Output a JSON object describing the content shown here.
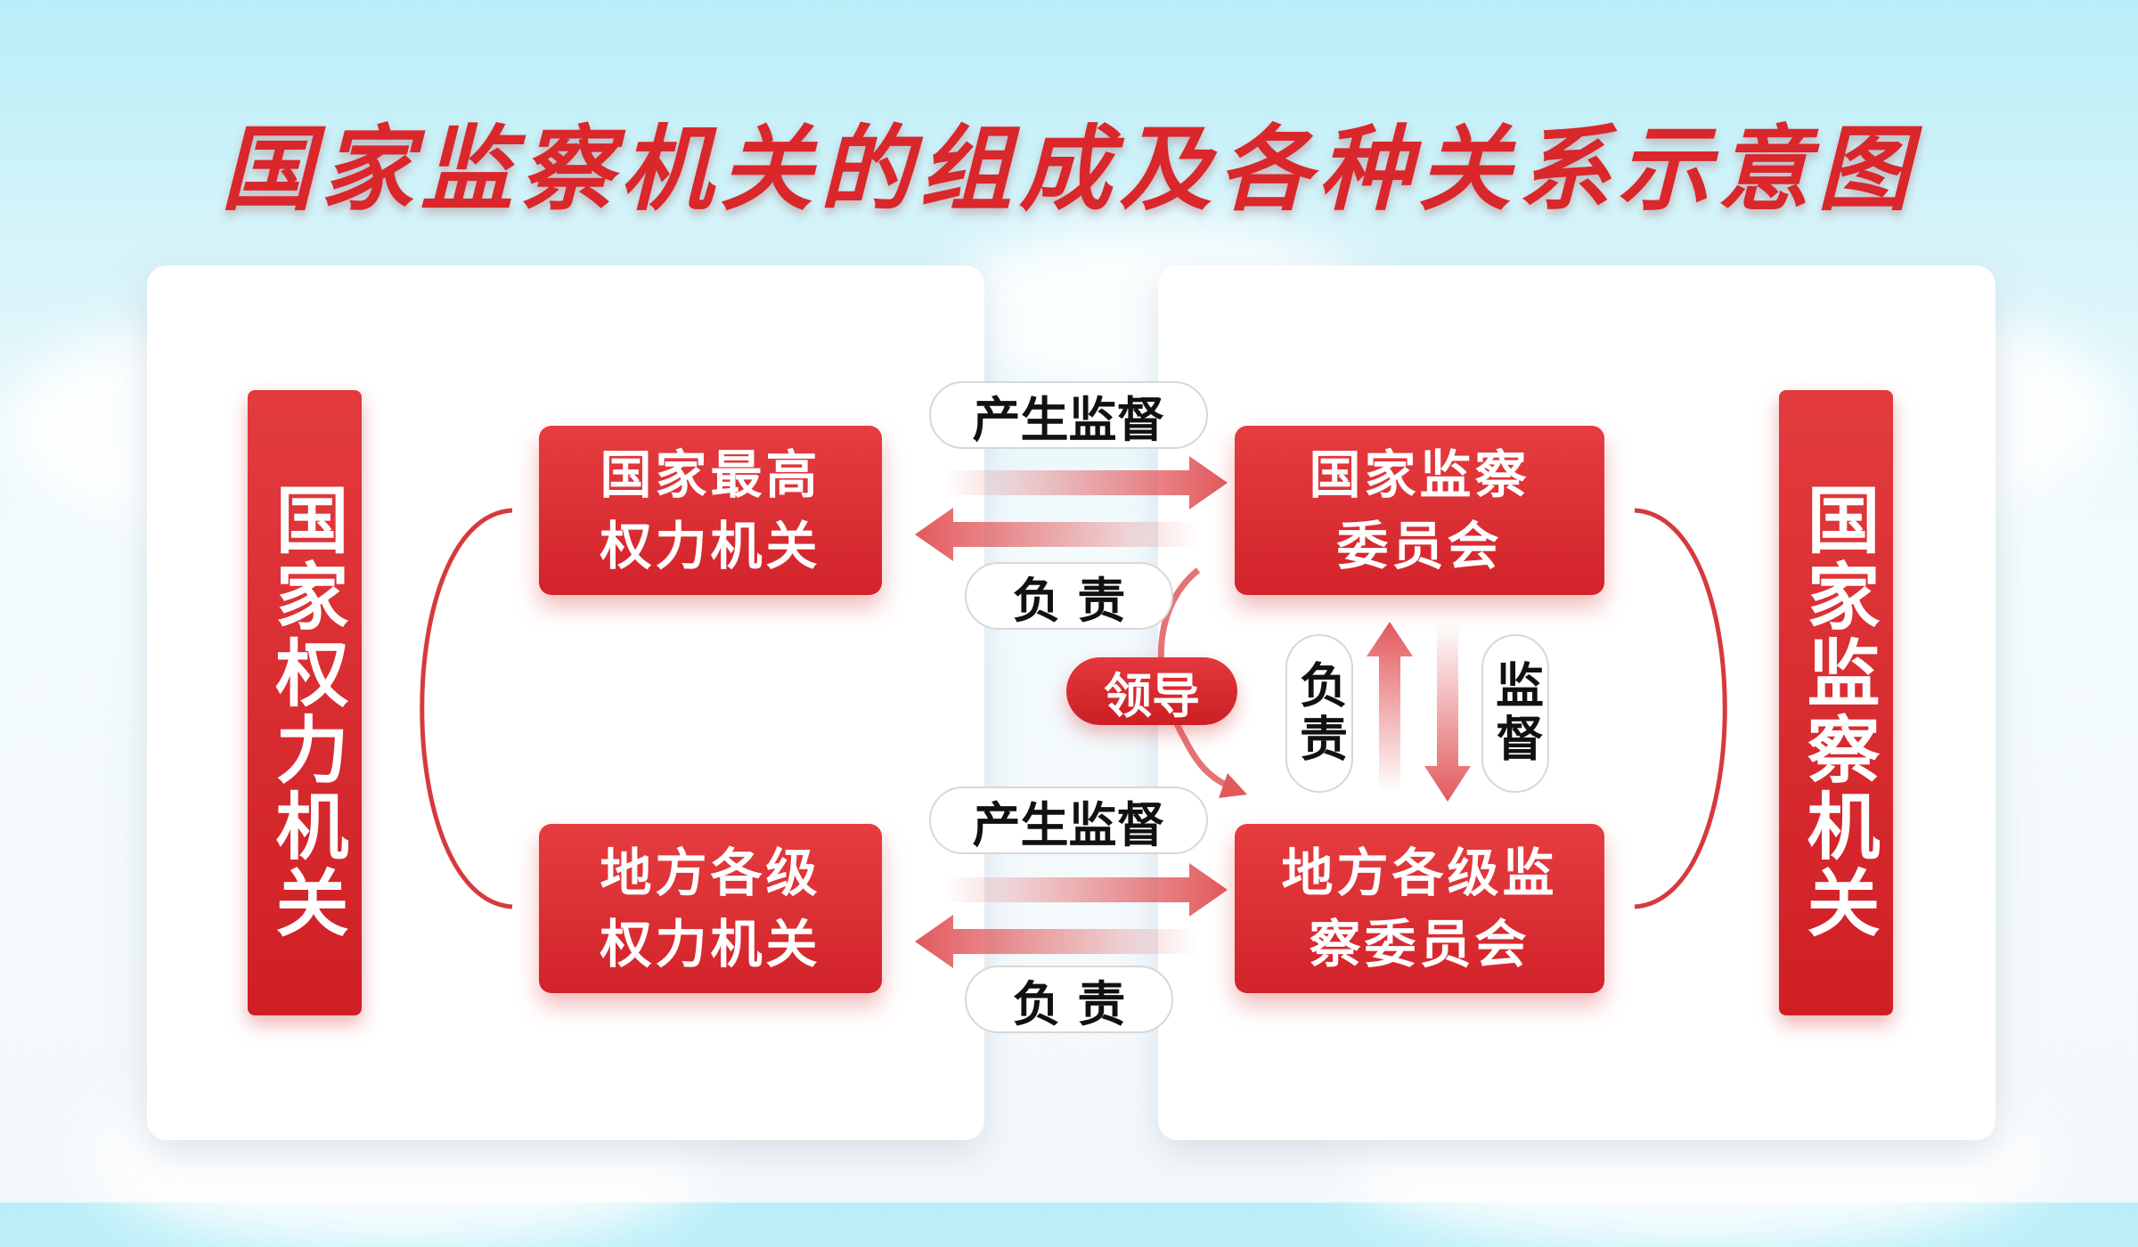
{
  "title": "国家监察机关的组成及各种关系示意图",
  "left_bar": "国家权力机关",
  "right_bar": "国家监察机关",
  "boxes": {
    "national_power": "国家最高\n权力机关",
    "national_supervision": "国家监察\n委员会",
    "local_power": "地方各级\n权力机关",
    "local_supervision": "地方各级监\n察委员会"
  },
  "labels": {
    "produce_supervise_top": "产生监督",
    "responsible_top": "负 责",
    "produce_supervise_bottom": "产生监督",
    "responsible_bottom": "负 责",
    "lead": "领导",
    "vertical_responsible": "负责",
    "vertical_supervise": "监督"
  },
  "colors": {
    "accent": "#d9272c",
    "box": "#e03338",
    "arrow": "#e2595c",
    "sky": "#b9eef8"
  }
}
